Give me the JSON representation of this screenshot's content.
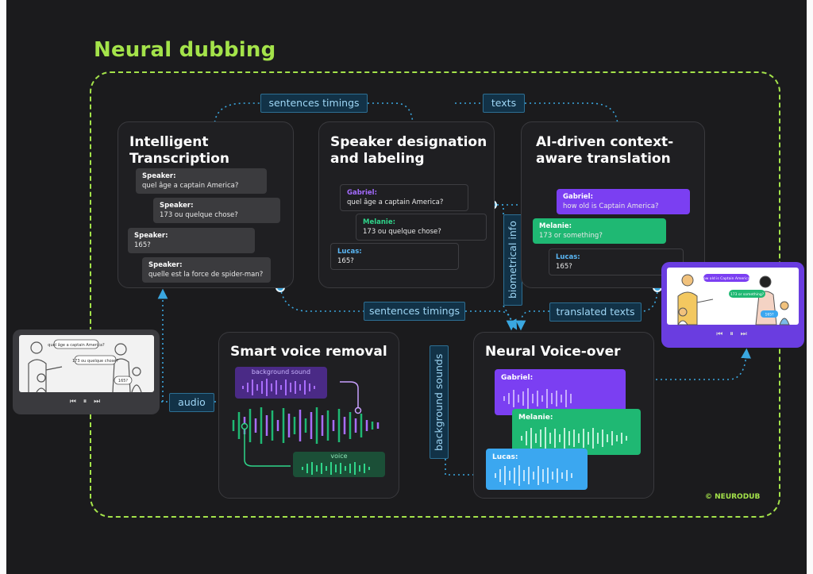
{
  "title": "Neural dubbing",
  "copyright": "© NEURODUB",
  "colors": {
    "accent_green": "#a4e34a",
    "link_blue": "#3aa7e0",
    "purple": "#7b3ff2",
    "green": "#1fb873",
    "blue": "#3ba7f0"
  },
  "labels": {
    "sentences_timings_top": "sentences timings",
    "texts": "texts",
    "sentences_timings_mid": "sentences timings",
    "translated_texts": "translated texts",
    "audio": "audio",
    "biometrical_info": "biometrical info",
    "background_sounds": "background sounds"
  },
  "transcription": {
    "title": "Intelligent Transcription",
    "bubbles": [
      {
        "speaker": "Speaker:",
        "text": "quel âge a captain America?"
      },
      {
        "speaker": "Speaker:",
        "text": "173 ou quelque chose?"
      },
      {
        "speaker": "Speaker:",
        "text": "165?"
      },
      {
        "speaker": "Speaker:",
        "text": "quelle est la force de spider-man?"
      }
    ]
  },
  "speaker": {
    "title": "Speaker designation and labeling",
    "bubbles": [
      {
        "speaker": "Gabriel:",
        "text": "quel âge a captain America?",
        "color": "#a46bff"
      },
      {
        "speaker": "Melanie:",
        "text": "173 ou quelque chose?",
        "color": "#2fd58a"
      },
      {
        "speaker": "Lucas:",
        "text": "165?",
        "color": "#5ab7f5"
      }
    ]
  },
  "translation": {
    "title": "AI-driven context-aware translation",
    "bubbles": [
      {
        "speaker": "Gabriel:",
        "text": "how old is Captain America?",
        "color": "#7b3ff2"
      },
      {
        "speaker": "Melanie:",
        "text": "173 or something?",
        "color": "#1fb873"
      },
      {
        "speaker": "Lucas:",
        "text": "165?",
        "color": "#1f1f22"
      }
    ]
  },
  "voice_removal": {
    "title": "Smart voice removal",
    "background_label": "background sound",
    "voice_label": "voice"
  },
  "voice_over": {
    "title": "Neural Voice-over",
    "tracks": [
      {
        "name": "Gabriel:",
        "color": "#7b3ff2"
      },
      {
        "name": "Melanie:",
        "color": "#1fb873"
      },
      {
        "name": "Lucas:",
        "color": "#3ba7f0"
      }
    ]
  },
  "video_left": {
    "bubbles": [
      "quel âge a captain America?",
      "173 ou quelque chose?",
      "165?"
    ],
    "controls": "⏮ ⏸ ⏭"
  },
  "video_right": {
    "bubbles": [
      "how old is Captain America?",
      "173 or something?",
      "165?"
    ],
    "controls": "⏮ ⏸ ⏭"
  }
}
